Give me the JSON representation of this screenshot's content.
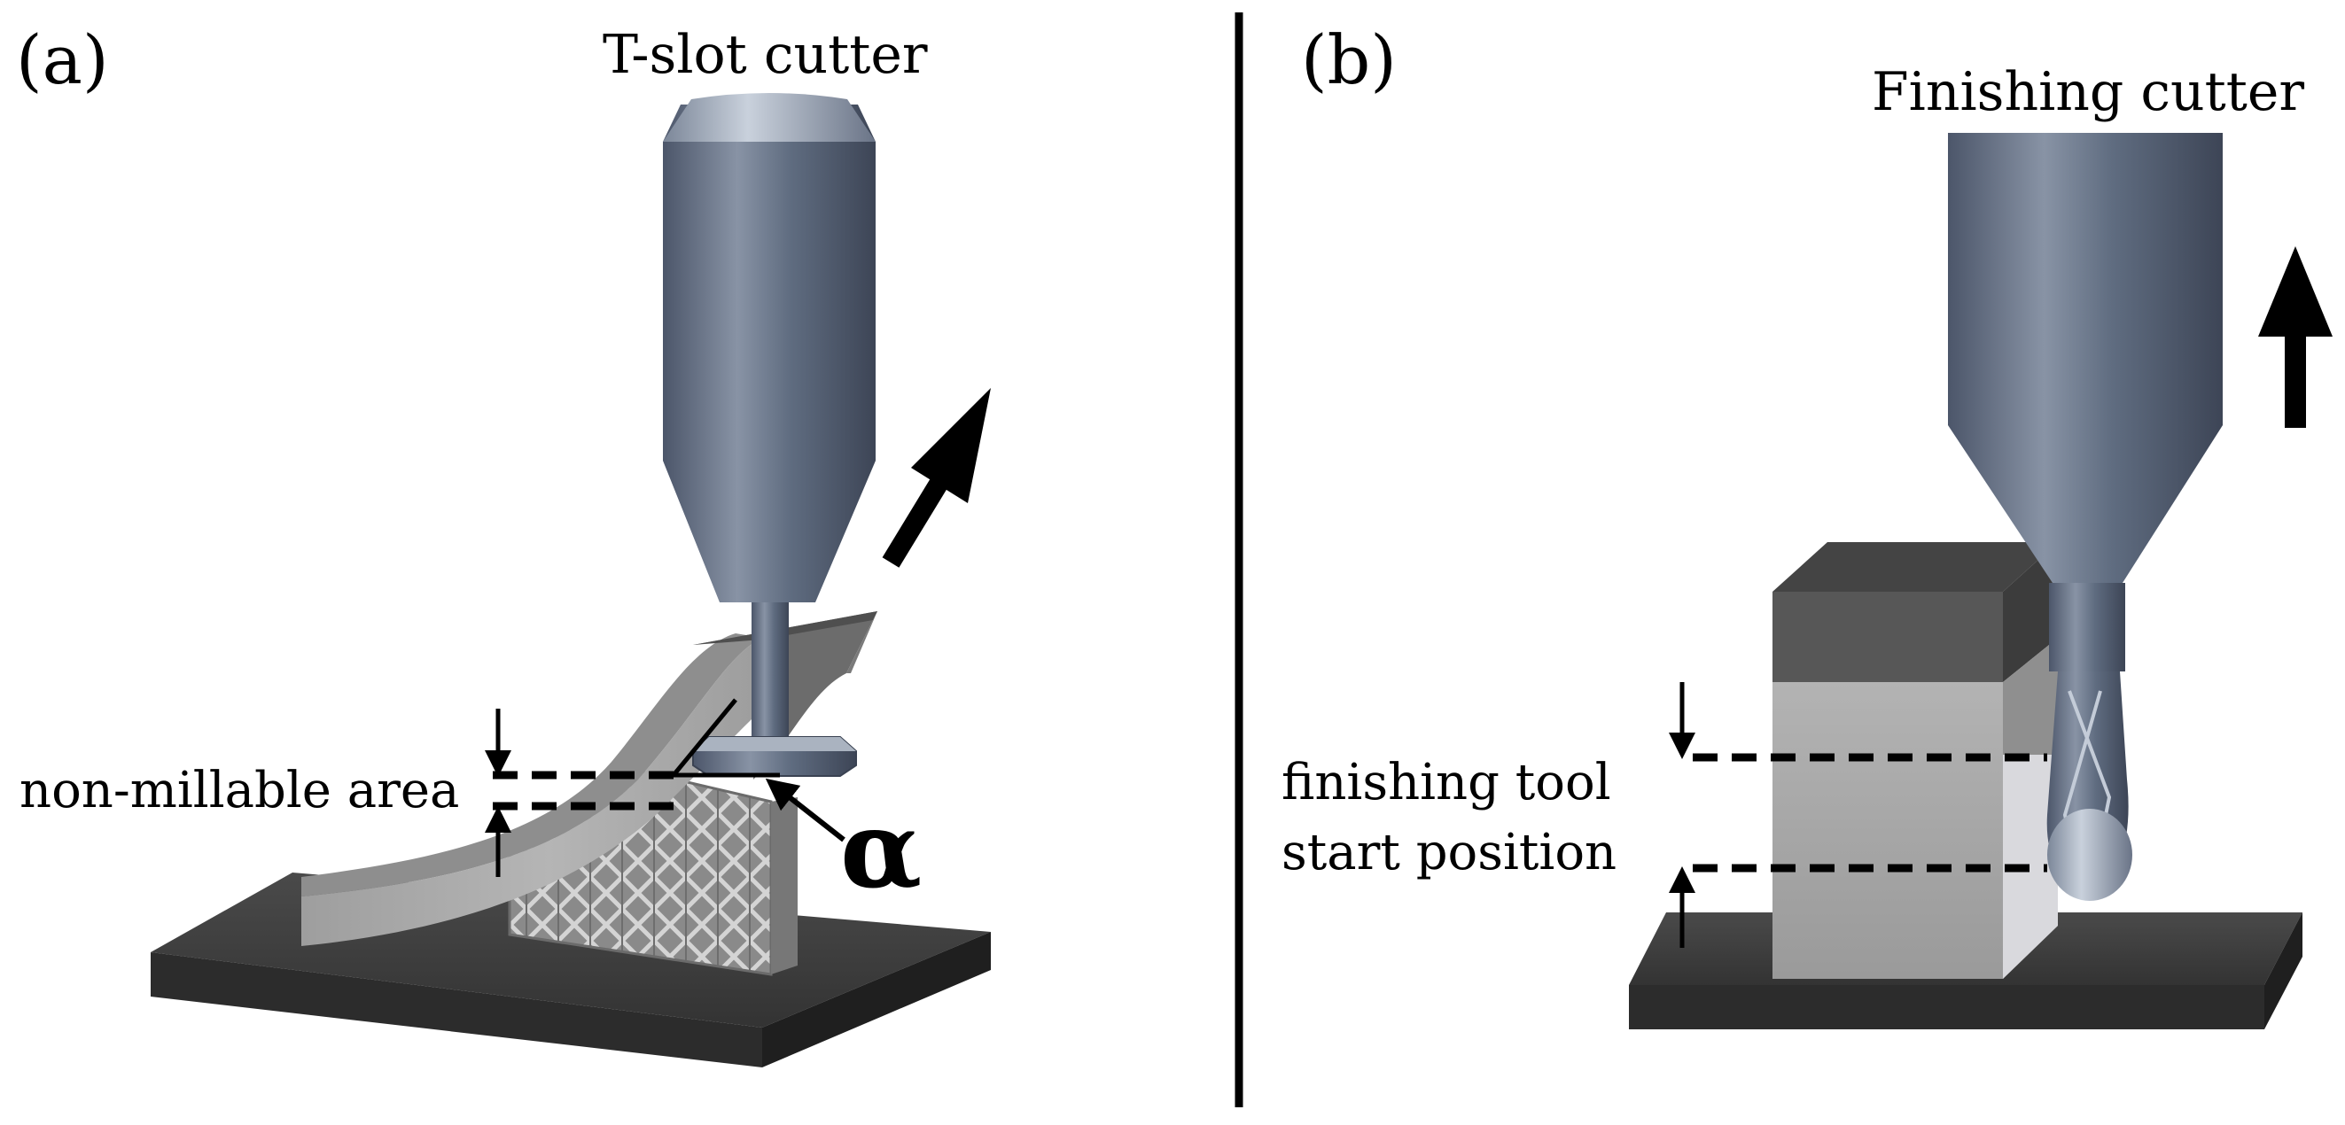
{
  "panel_a": {
    "label": "(a)",
    "tool": "T-slot cutter",
    "area": "non-millable area",
    "angle": "α"
  },
  "panel_b": {
    "label": "(b)",
    "tool": "Finishing cutter",
    "position_line1": "finishing tool",
    "position_line2": "start position"
  },
  "colors": {
    "tool_steel": "#5f6c80",
    "tool_highlight": "#aeb8c6",
    "base_plate": "#404040",
    "part_light": "#a9a9a9",
    "part_top_dark": "#525252",
    "divider": "#000000"
  }
}
